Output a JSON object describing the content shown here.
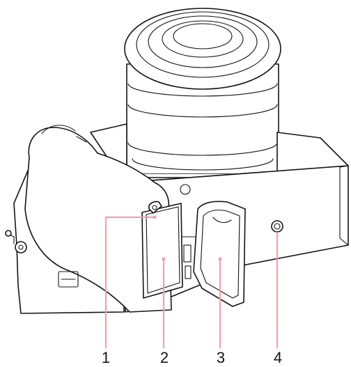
{
  "callouts": [
    {
      "number": "1"
    },
    {
      "number": "2"
    },
    {
      "number": "3"
    },
    {
      "number": "4"
    }
  ],
  "colors": {
    "line_art": "#141414",
    "leader_line": "#f2a0a8",
    "background": "#ffffff"
  }
}
